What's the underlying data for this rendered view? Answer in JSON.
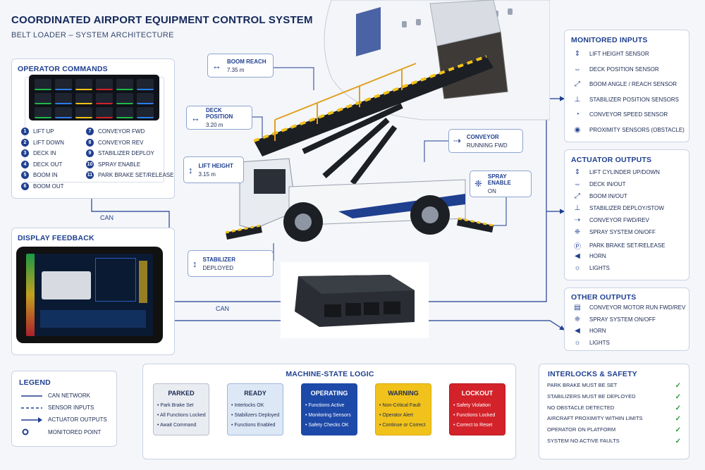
{
  "header": {
    "title": "COORDINATED AIRPORT EQUIPMENT CONTROL SYSTEM",
    "subtitle": "BELT LOADER – SYSTEM ARCHITECTURE"
  },
  "operator_commands": {
    "title": "OPERATOR COMMANDS",
    "items": [
      {
        "n": "1",
        "label": "LIFT UP"
      },
      {
        "n": "2",
        "label": "LIFT DOWN"
      },
      {
        "n": "3",
        "label": "DECK IN"
      },
      {
        "n": "4",
        "label": "DECK OUT"
      },
      {
        "n": "5",
        "label": "BOOM IN"
      },
      {
        "n": "6",
        "label": "BOOM OUT"
      },
      {
        "n": "7",
        "label": "CONVEYOR FWD"
      },
      {
        "n": "8",
        "label": "CONVEYOR REV"
      },
      {
        "n": "9",
        "label": "STABILIZER DEPLOY"
      },
      {
        "n": "10",
        "label": "SPRAY ENABLE"
      },
      {
        "n": "11",
        "label": "PARK BRAKE SET/RELEASE"
      }
    ]
  },
  "display_feedback": {
    "title": "DISPLAY FEEDBACK"
  },
  "bus_labels": {
    "can_top": "CAN",
    "can_bottom": "CAN"
  },
  "callouts": {
    "boom_reach": {
      "label": "BOOM REACH",
      "value": "7.35 m"
    },
    "deck_position": {
      "label": "DECK POSITION",
      "value": "3.20 m"
    },
    "lift_height": {
      "label": "LIFT HEIGHT",
      "value": "3.15 m"
    },
    "stabilizer": {
      "label": "STABILIZER",
      "value": "DEPLOYED"
    },
    "conveyor": {
      "label": "CONVEYOR",
      "value": "RUNNING FWD"
    },
    "spray_enable": {
      "label": "SPRAY ENABLE",
      "value": "ON"
    }
  },
  "monitored_inputs": {
    "title": "MONITORED INPUTS",
    "items": [
      {
        "icon": "lift-height-icon",
        "glyph": "⇕",
        "label": "LIFT HEIGHT SENSOR"
      },
      {
        "icon": "deck-position-icon",
        "glyph": "⇔",
        "label": "DECK POSITION SENSOR"
      },
      {
        "icon": "boom-angle-icon",
        "glyph": "⤢",
        "label": "BOOM ANGLE / REACH SENSOR"
      },
      {
        "icon": "stabilizer-icon",
        "glyph": "⊥",
        "label": "STABILIZER POSITION SENSORS"
      },
      {
        "icon": "speed-gauge-icon",
        "glyph": "◔",
        "label": "CONVEYOR SPEED SENSOR"
      },
      {
        "icon": "proximity-icon",
        "glyph": "◉",
        "label": "PROXIMITY SENSORS (OBSTACLE)"
      }
    ]
  },
  "actuator_outputs": {
    "title": "ACTUATOR OUTPUTS",
    "items": [
      {
        "icon": "lift-cylinder-icon",
        "glyph": "⇕",
        "label": "LIFT CYLINDER UP/DOWN"
      },
      {
        "icon": "deck-icon",
        "glyph": "⇔",
        "label": "DECK IN/OUT"
      },
      {
        "icon": "boom-icon",
        "glyph": "⤢",
        "label": "BOOM IN/OUT"
      },
      {
        "icon": "stabilizer-icon",
        "glyph": "⊥",
        "label": "STABILIZER DEPLOY/STOW"
      },
      {
        "icon": "conveyor-icon",
        "glyph": "⇢",
        "label": "CONVEYOR FWD/REV"
      },
      {
        "icon": "spray-icon",
        "glyph": "❈",
        "label": "SPRAY SYSTEM ON/OFF"
      },
      {
        "icon": "park-brake-icon",
        "glyph": "Ⓟ",
        "label": "PARK BRAKE SET/RELEASE"
      },
      {
        "icon": "horn-icon",
        "glyph": "◀",
        "label": "HORN"
      },
      {
        "icon": "lights-icon",
        "glyph": "☼",
        "label": "LIGHTS"
      }
    ]
  },
  "other_outputs": {
    "title": "OTHER OUTPUTS",
    "items": [
      {
        "icon": "conveyor-motor-icon",
        "glyph": "▤",
        "label": "CONVEYOR MOTOR RUN FWD/REV"
      },
      {
        "icon": "spray-icon",
        "glyph": "❈",
        "label": "SPRAY SYSTEM ON/OFF"
      },
      {
        "icon": "horn-icon",
        "glyph": "◀",
        "label": "HORN"
      },
      {
        "icon": "lights-icon",
        "glyph": "☼",
        "label": "LIGHTS"
      }
    ]
  },
  "legend": {
    "title": "LEGEND",
    "items": [
      {
        "key": "can",
        "label": "CAN NETWORK"
      },
      {
        "key": "sensor",
        "label": "SENSOR INPUTS"
      },
      {
        "key": "actuator",
        "label": "ACTUATOR OUTPUTS"
      },
      {
        "key": "point",
        "label": "MONITORED POINT"
      }
    ]
  },
  "state_logic": {
    "title": "MACHINE-STATE LOGIC",
    "states": [
      {
        "name": "PARKED",
        "color": "#e9ecf1",
        "text": "#1b2a52",
        "border": "#b8c0cd",
        "items": [
          "Park Brake Set",
          "All Functions Locked",
          "Await Command"
        ]
      },
      {
        "name": "READY",
        "color": "#dde8f6",
        "text": "#1b2a52",
        "border": "#9cb5db",
        "items": [
          "Interlocks OK",
          "Stabilizers Deployed",
          "Functions Enabled"
        ]
      },
      {
        "name": "OPERATING",
        "color": "#1d49a8",
        "text": "#ffffff",
        "border": "#1d49a8",
        "items": [
          "Functions Active",
          "Monitoring Sensors",
          "Safety Checks OK"
        ]
      },
      {
        "name": "WARNING",
        "color": "#f1c21b",
        "text": "#1b2a52",
        "border": "#d9a90a",
        "items": [
          "Non-Critical Fault",
          "Operator Alert",
          "Continue or Correct"
        ]
      },
      {
        "name": "LOCKOUT",
        "color": "#d3222a",
        "text": "#ffffff",
        "border": "#b51a21",
        "items": [
          "Safety Violation",
          "Functions Locked",
          "Correct to Reset"
        ]
      }
    ]
  },
  "interlocks": {
    "title": "INTERLOCKS & SAFETY",
    "items": [
      "PARK BRAKE MUST BE SET",
      "STABILIZERS MUST BE DEPLOYED",
      "NO OBSTACLE DETECTED",
      "AIRCRAFT PROXIMITY WITHIN LIMITS",
      "OPERATOR ON PLATFORM",
      "SYSTEM NO ACTIVE FAULTS"
    ],
    "check": "✓"
  }
}
